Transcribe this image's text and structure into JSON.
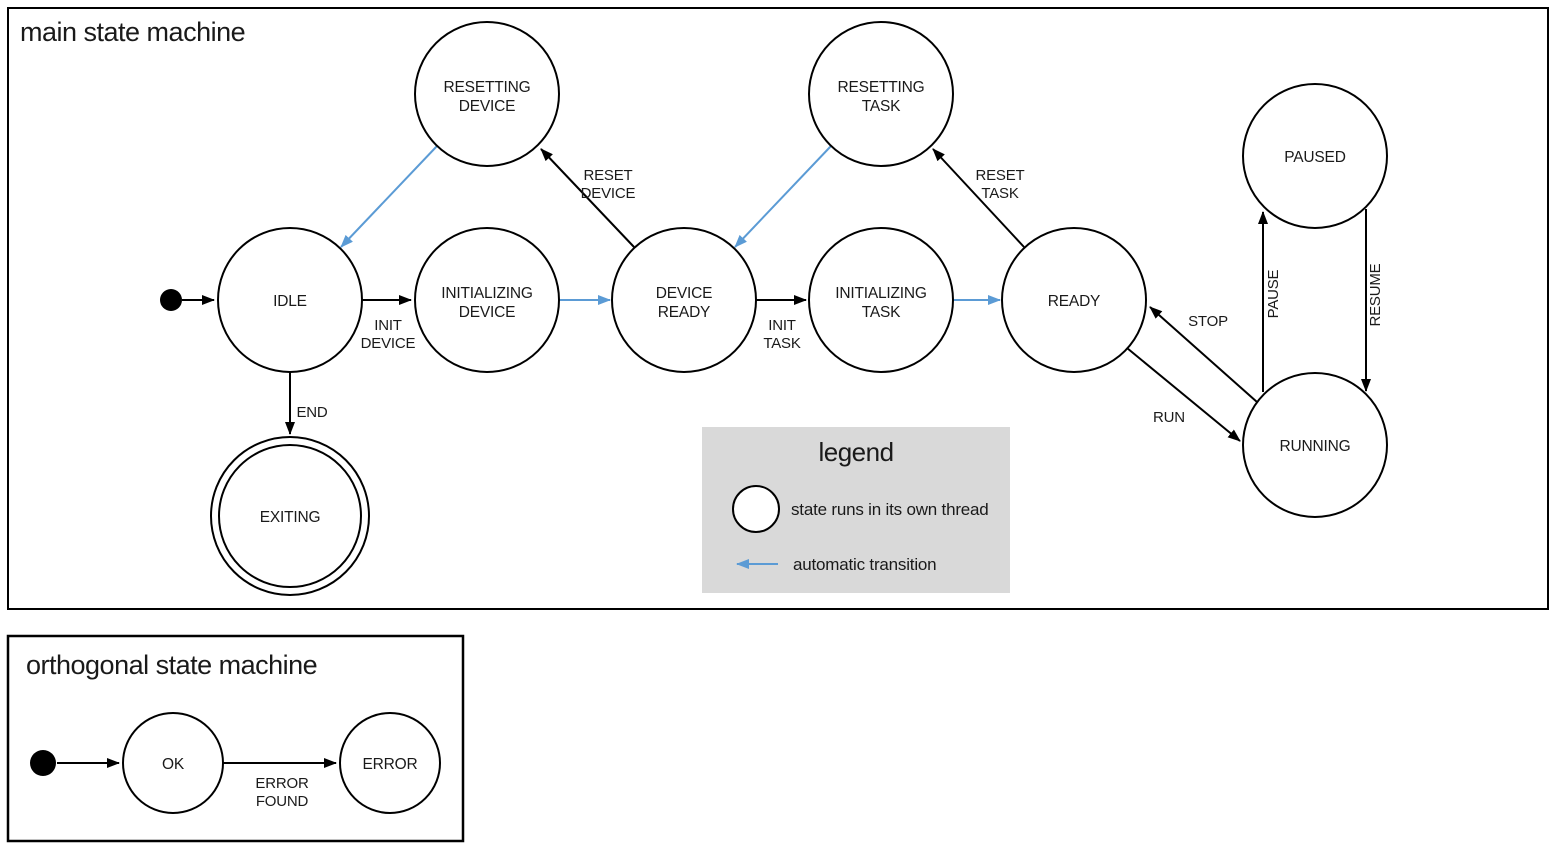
{
  "colors": {
    "threaded_state_fill": "#b4c7e7",
    "auto_transition_blue": "#5b9bd5",
    "legend_bg": "#d9d9d9",
    "line_black": "#000000"
  },
  "main_machine": {
    "title": "main state machine",
    "states": {
      "idle": {
        "label": "IDLE"
      },
      "resetting_device": {
        "line1": "RESETTING",
        "line2": "DEVICE"
      },
      "initializing_device": {
        "line1": "INITIALIZING",
        "line2": "DEVICE"
      },
      "device_ready": {
        "line1": "DEVICE",
        "line2": "READY"
      },
      "resetting_task": {
        "line1": "RESETTING",
        "line2": "TASK"
      },
      "initializing_task": {
        "line1": "INITIALIZING",
        "line2": "TASK"
      },
      "ready": {
        "label": "READY"
      },
      "paused": {
        "label": "PAUSED"
      },
      "running": {
        "label": "RUNNING"
      },
      "exiting": {
        "label": "EXITING"
      }
    },
    "transitions": {
      "init_device": {
        "line1": "INIT",
        "line2": "DEVICE"
      },
      "reset_device": {
        "line1": "RESET",
        "line2": "DEVICE"
      },
      "init_task": {
        "line1": "INIT",
        "line2": "TASK"
      },
      "reset_task": {
        "line1": "RESET",
        "line2": "TASK"
      },
      "stop": {
        "label": "STOP"
      },
      "run": {
        "label": "RUN"
      },
      "pause": {
        "label": "PAUSE"
      },
      "resume": {
        "label": "RESUME"
      },
      "end": {
        "label": "END"
      }
    }
  },
  "legend": {
    "title": "legend",
    "threaded_state_label": "state runs in its own thread",
    "auto_transition_label": "automatic transition"
  },
  "orthogonal_machine": {
    "title": "orthogonal state machine",
    "states": {
      "ok": {
        "label": "OK"
      },
      "error": {
        "label": "ERROR"
      }
    },
    "transitions": {
      "error_found": {
        "line1": "ERROR",
        "line2": "FOUND"
      }
    }
  }
}
